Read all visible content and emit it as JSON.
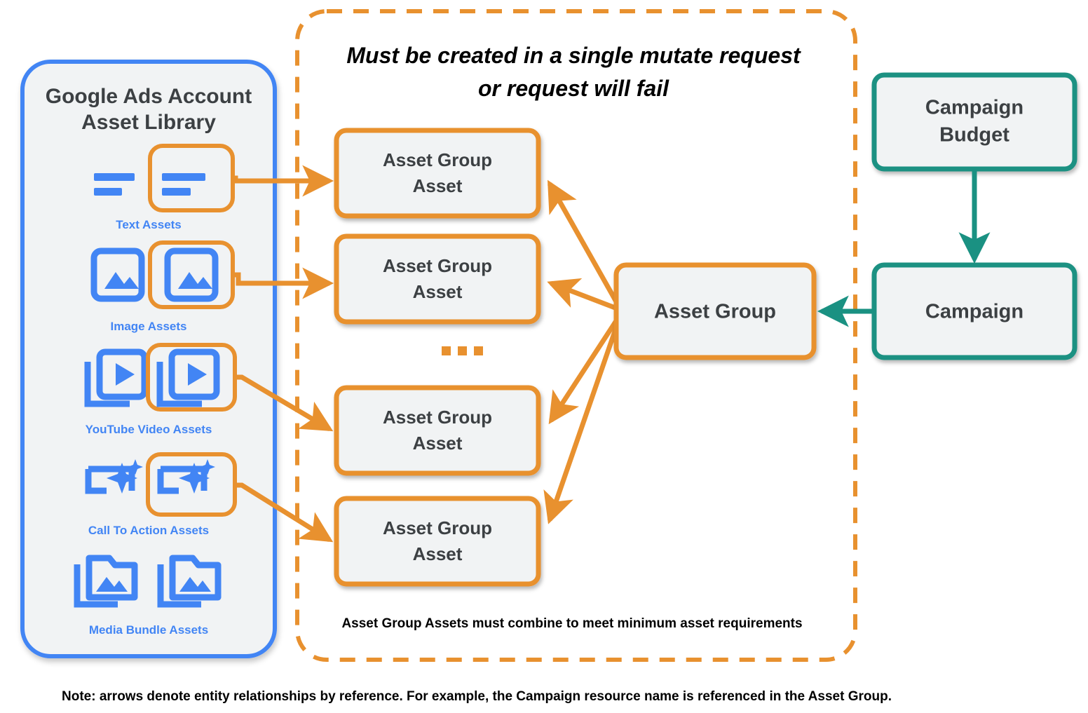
{
  "colors": {
    "orange": "#e8912f",
    "blue": "#4285f4",
    "teal": "#1a9182",
    "box_fill": "#f1f3f4",
    "text_dark": "#3c4043",
    "panel_fill": "#f1f3f4",
    "white": "#ffffff",
    "black": "#000000"
  },
  "sidebar": {
    "title_line1": "Google Ads Account",
    "title_line2": "Asset Library",
    "assets": [
      {
        "caption": "Text Assets",
        "icon": "text-asset-icon",
        "highlighted": true
      },
      {
        "caption": "Image Assets",
        "icon": "image-asset-icon",
        "highlighted": true
      },
      {
        "caption": "YouTube Video  Assets",
        "icon": "video-asset-icon",
        "highlighted": true
      },
      {
        "caption": "Call To Action Assets",
        "icon": "call-to-action-asset-icon",
        "highlighted": true
      },
      {
        "caption": "Media Bundle  Assets",
        "icon": "media-bundle-asset-icon",
        "highlighted": false
      }
    ]
  },
  "mutate_container": {
    "banner_line1": "Must be created in a single mutate request",
    "banner_line2": "or request will fail",
    "footer_note": "Asset Group Assets must combine to meet minimum asset requirements",
    "ellipsis": "...",
    "asset_group_assets": [
      {
        "line1": "Asset Group",
        "line2": "Asset"
      },
      {
        "line1": "Asset Group",
        "line2": "Asset"
      },
      {
        "line1": "Asset Group",
        "line2": "Asset"
      },
      {
        "line1": "Asset Group",
        "line2": "Asset"
      }
    ]
  },
  "entities": {
    "asset_group": "Asset Group",
    "campaign_budget_line1": "Campaign",
    "campaign_budget_line2": "Budget",
    "campaign": "Campaign"
  },
  "footer": {
    "note": "Note: arrows denote entity relationships by reference. For example, the Campaign resource name is referenced in the Asset Group."
  }
}
